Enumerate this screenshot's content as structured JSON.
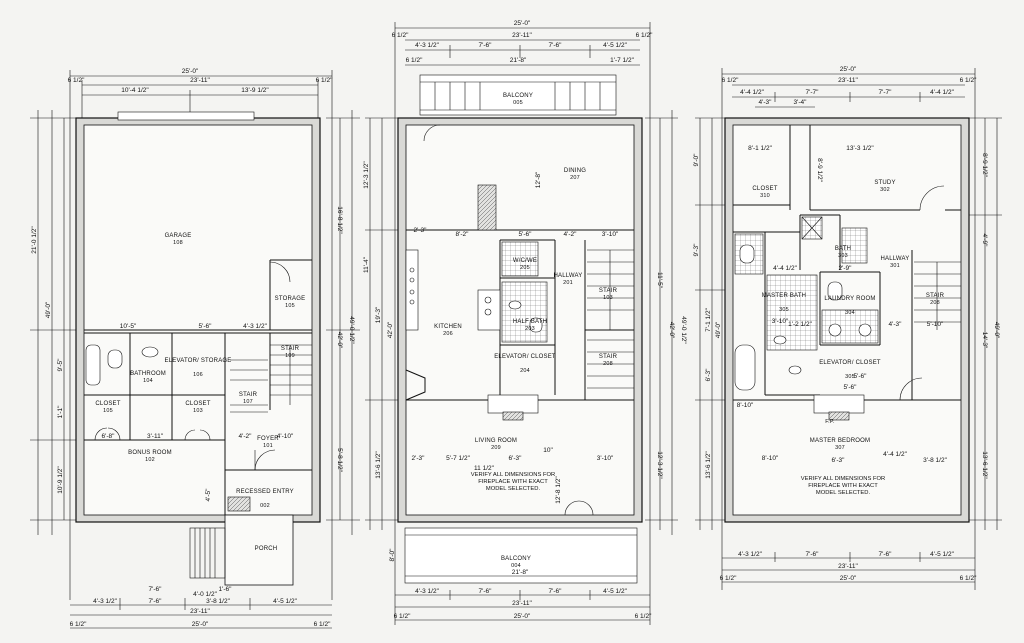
{
  "plans": [
    {
      "dims_top": [
        "25'-0\"",
        "6 1/2\"",
        "23'-11\"",
        "6 1/2\"",
        "10'-4 1/2\"",
        "13'-9 1/2\""
      ],
      "dims_side_left": [
        "21'-0 1/2\"",
        "49'-0\"",
        "9'-5\"",
        "1'-1\"",
        "10'-9 1/2\""
      ],
      "dims_side_right": [
        "16'-8 1/2\"",
        "42'-0\"",
        "49'-0 1/2\"",
        "5'-8 1/2\""
      ],
      "dims_inner": [
        "10'-5\"",
        "5'-6\"",
        "4'-3 1/2\"",
        "6'-8\"",
        "3'-11\"",
        "4'-2\"",
        "4'-10\"",
        "4'-5\""
      ],
      "dims_bottom": [
        "4'-3 1/2\"",
        "7'-6\"",
        "3'-8 1/2\"",
        "4'-5 1/2\"",
        "23'-11\"",
        "7'-6\"",
        "1'-6\"",
        "25'-0\"",
        "6 1/2\"",
        "6 1/2\"",
        "4'-0 1/2\""
      ],
      "rooms": [
        {
          "name": "GARAGE",
          "num": "108"
        },
        {
          "name": "STORAGE",
          "num": "105"
        },
        {
          "name": "STAIR",
          "num": "109"
        },
        {
          "name": "ELEVATOR/ STORAGE",
          "num": "106"
        },
        {
          "name": "BATHROOM",
          "num": "104"
        },
        {
          "name": "CLOSET",
          "num": "105"
        },
        {
          "name": "CLOSET",
          "num": "103"
        },
        {
          "name": "STAIR",
          "num": "107"
        },
        {
          "name": "FOYER",
          "num": "101"
        },
        {
          "name": "BONUS ROOM",
          "num": "102"
        },
        {
          "name": "RECESSED ENTRY",
          "num": "002"
        },
        {
          "name": "PORCH",
          "num": ""
        }
      ]
    },
    {
      "dims_top": [
        "25'-0\"",
        "6 1/2\"",
        "23'-11\"",
        "6 1/2\"",
        "4'-3 1/2\"",
        "7'-6\"",
        "7'-6\"",
        "4'-5 1/2\"",
        "21'-8\"",
        "1'-7 1/2\"",
        "6 1/2\""
      ],
      "dims_side_left": [
        "12'-3 1/2\"",
        "11'-4\"",
        "19'-3\"",
        "42'-0\"",
        "13'-6 1/2\""
      ],
      "dims_side_right": [
        "11'-5\"",
        "42'-0\"",
        "49'-0 1/2\"",
        "12'-3 1/2\""
      ],
      "dims_inner": [
        "8'-2\"",
        "5'-6\"",
        "4'-2\"",
        "3'-10\"",
        "2'-3\"",
        "2'-3\"",
        "5'-7 1/2\"",
        "6'-3\"",
        "3'-10\"",
        "10\"",
        "11 1/2\"",
        "12'-8 1/2\"",
        "12'-8\""
      ],
      "dims_bottom": [
        "4'-3 1/2\"",
        "7'-6\"",
        "7'-6\"",
        "4'-5 1/2\"",
        "23'-11\"",
        "25'-0\"",
        "21'-8\"",
        "6 1/2\"",
        "6 1/2\"",
        "8'-0\""
      ],
      "rooms": [
        {
          "name": "BALCONY",
          "num": "005"
        },
        {
          "name": "DINING",
          "num": "207"
        },
        {
          "name": "W/C/WE",
          "num": "205"
        },
        {
          "name": "HALLWAY",
          "num": "201"
        },
        {
          "name": "STAIR",
          "num": "103"
        },
        {
          "name": "KITCHEN",
          "num": "206"
        },
        {
          "name": "HALF BATH",
          "num": "203"
        },
        {
          "name": "ELEVATOR/ CLOSET",
          "num": "204"
        },
        {
          "name": "STAIR",
          "num": "208"
        },
        {
          "name": "LIVING ROOM",
          "num": "209"
        },
        {
          "name": "BALCONY",
          "num": "004"
        }
      ],
      "note": "VERIFY ALL DIMENSIONS FOR FIREPLACE WITH EXACT MODEL SELECTED."
    },
    {
      "dims_top": [
        "25'-0\"",
        "6 1/2\"",
        "23'-11\"",
        "6 1/2\"",
        "4'-4 1/2\"",
        "7'-7\"",
        "7'-7\"",
        "4'-4 1/2\"",
        "4'-3\"",
        "3'-4\""
      ],
      "dims_side_left": [
        "9'-0\"",
        "9'-3\"",
        "7'-1 1/2\"",
        "49'-0\"",
        "6'-3\"",
        "13'-6 1/2\""
      ],
      "dims_side_right": [
        "8'-9 1/2\"",
        "4'-9\"",
        "14'-3\"",
        "49'-0\"",
        "13'-6 1/2\""
      ],
      "dims_inner": [
        "8'-1 1/2\"",
        "8'-9 1/2\"",
        "13'-3 1/2\"",
        "4'-4 1/2\"",
        "2'-9\"",
        "3'-10\"",
        "5'-10\"",
        "4'-3\"",
        "8'-10\"",
        "5'-6\"",
        "6'-3\"",
        "4'-4 1/2\"",
        "3'-8 1/2\"",
        "1'-2 1/2\"",
        "8'-10\"",
        "5'-6\""
      ],
      "dims_bottom": [
        "4'-3 1/2\"",
        "7'-6\"",
        "7'-6\"",
        "4'-5 1/2\"",
        "23'-11\"",
        "25'-0\"",
        "6 1/2\"",
        "6 1/2\""
      ],
      "rooms": [
        {
          "name": "CLOSET",
          "num": "310"
        },
        {
          "name": "STUDY",
          "num": "302"
        },
        {
          "name": "BATH",
          "num": "303"
        },
        {
          "name": "HALLWAY",
          "num": "301"
        },
        {
          "name": "MASTER BATH",
          "num": "305"
        },
        {
          "name": "LAUNDRY ROOM",
          "num": "304"
        },
        {
          "name": "STAIR",
          "num": "208"
        },
        {
          "name": "ELEVATOR/ CLOSET",
          "num": "305"
        },
        {
          "name": "MASTER BEDROOM",
          "num": "307"
        }
      ],
      "note": "VERIFY ALL DIMENSIONS FOR FIREPLACE WITH EXACT MODEL SELECTED.",
      "fp": "F.P."
    }
  ]
}
